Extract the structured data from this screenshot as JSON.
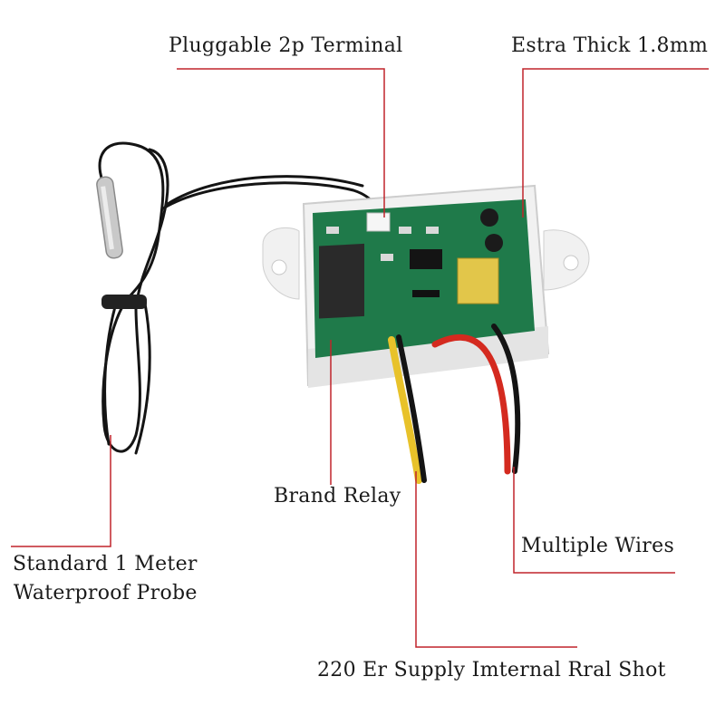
{
  "callouts": {
    "terminal": "Pluggable 2p Terminal",
    "thickness": "Estra Thick 1.8mm",
    "relay": "Brand Relay",
    "wires": "Multiple Wires",
    "probe_line1": "Standard 1 Meter",
    "probe_line2": "Waterproof Probe",
    "supply": "220 Er Supply Imternal Rral Shot"
  },
  "colors": {
    "leader_line": "#c0242b",
    "case": "#f1f1f1",
    "pcb": "#1f7a4a",
    "wire_red": "#d42a1f",
    "wire_yellow": "#e8c22a",
    "wire_black": "#141414"
  }
}
